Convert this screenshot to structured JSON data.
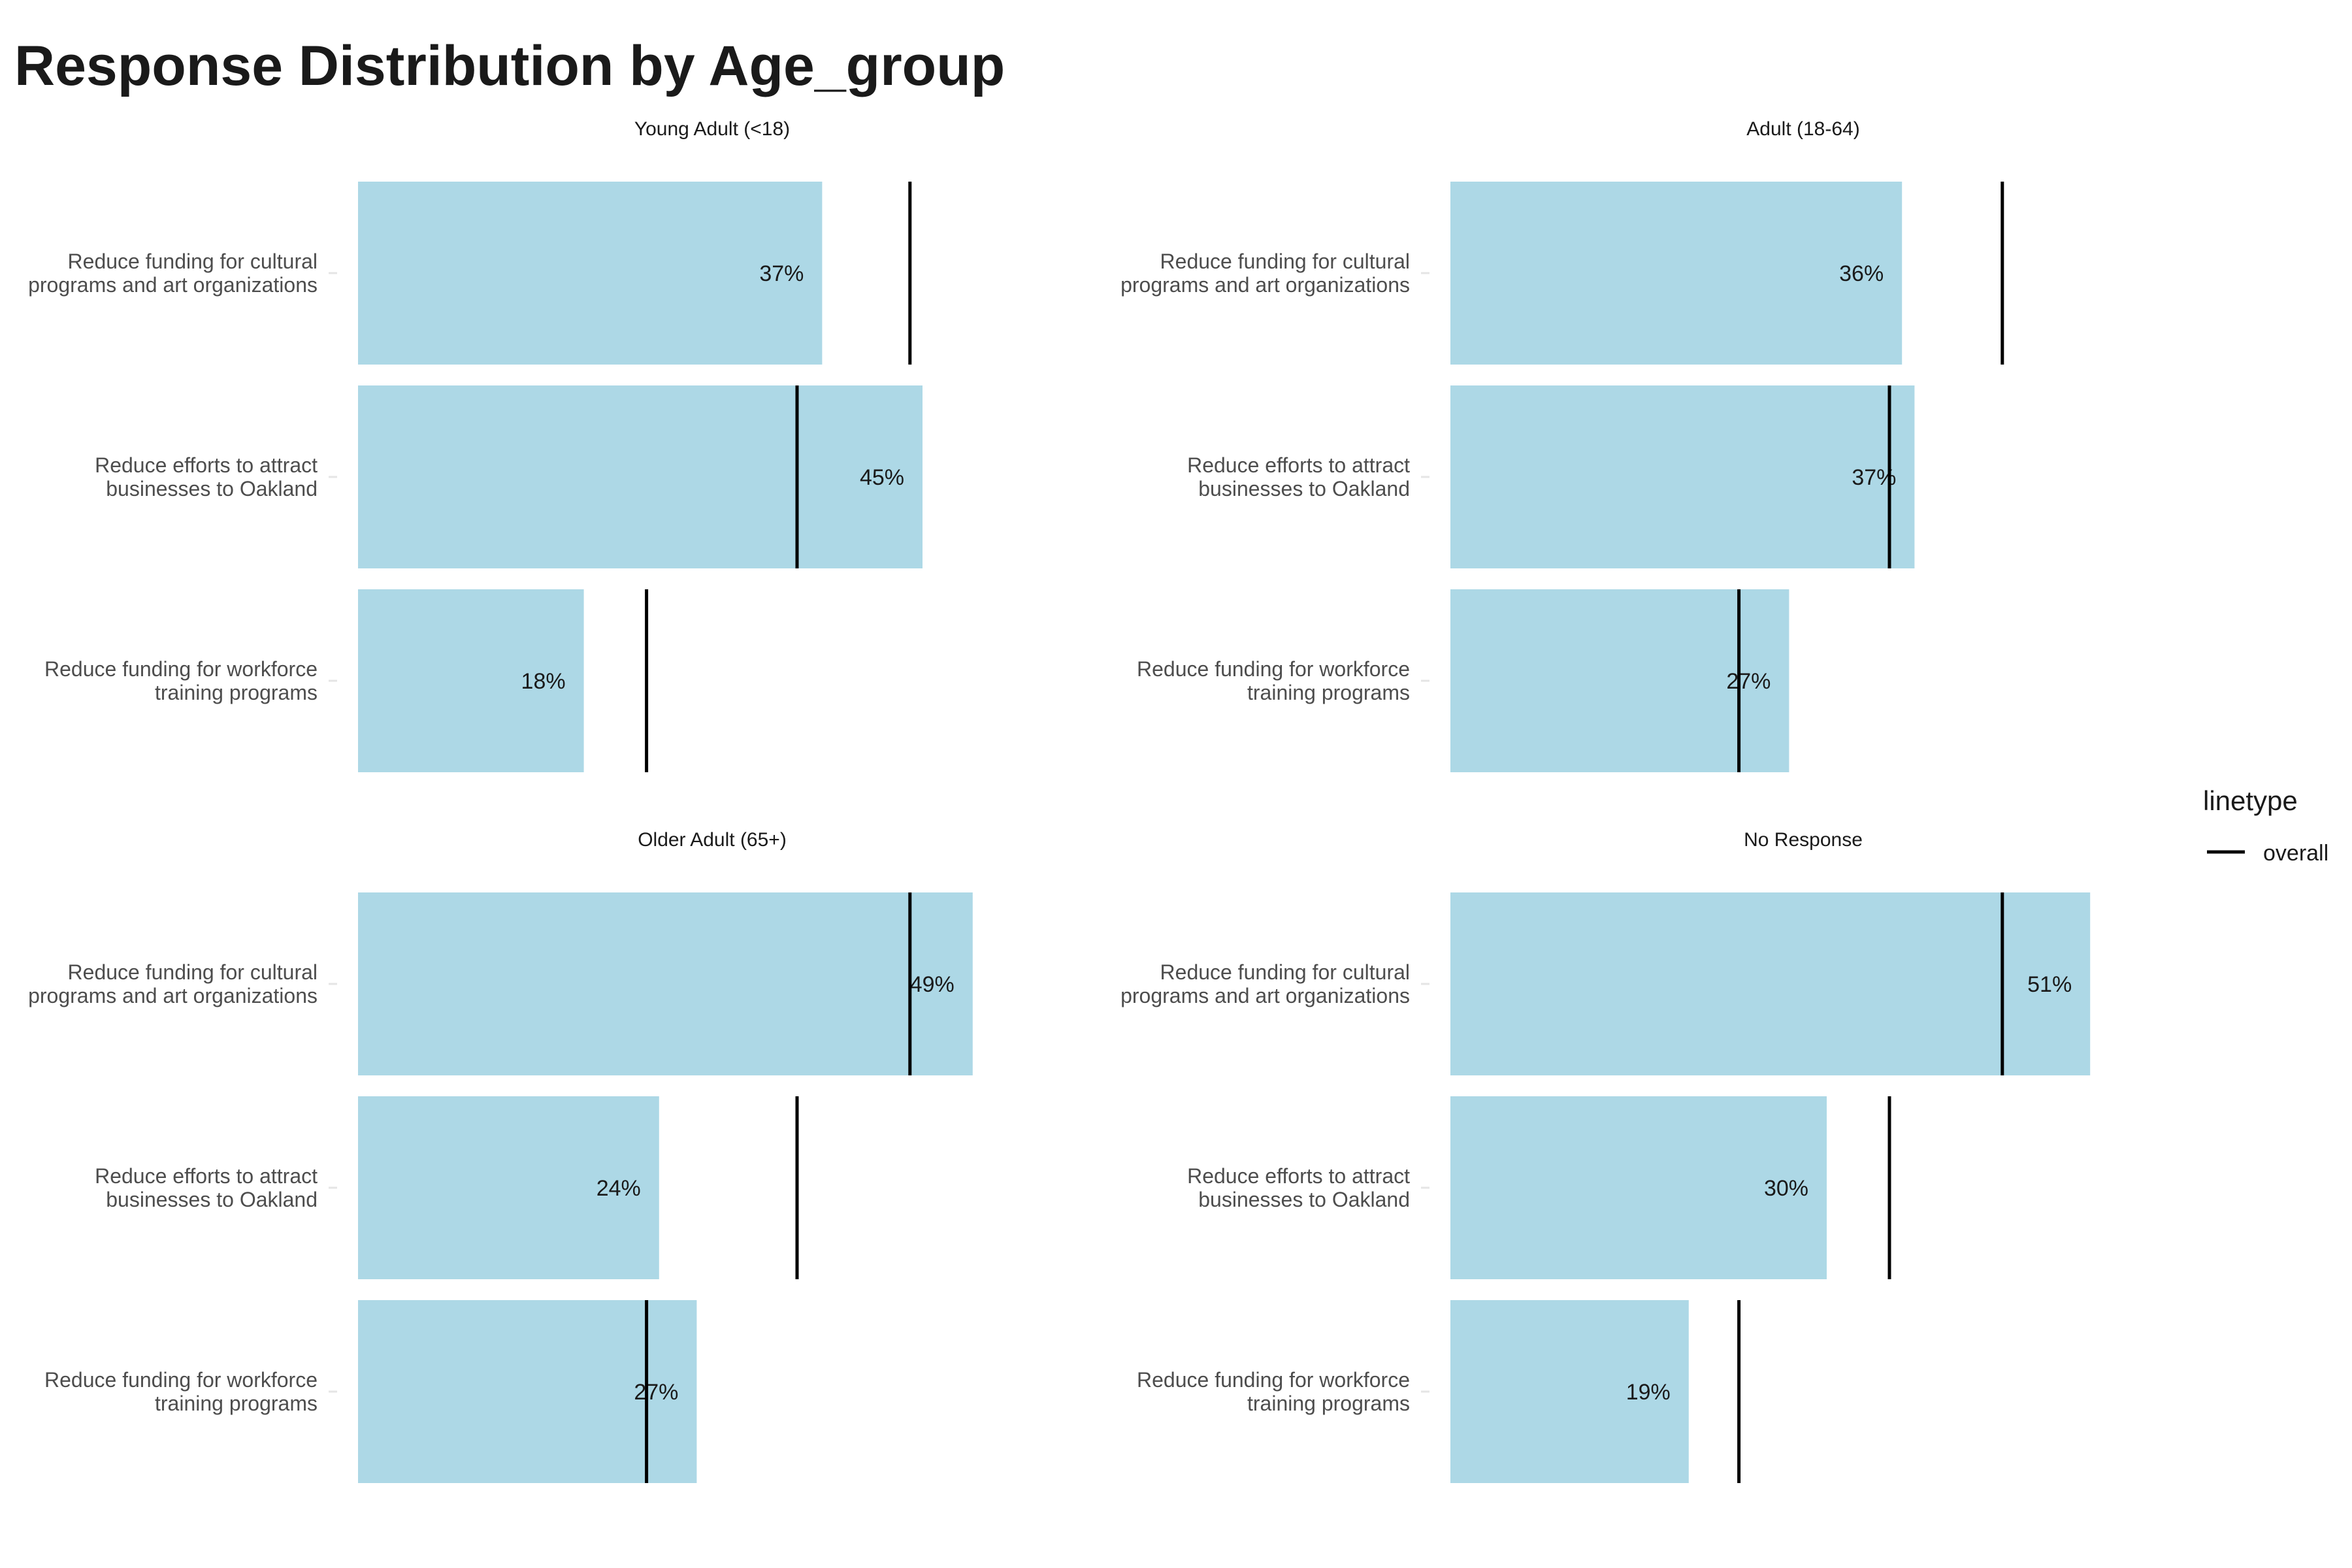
{
  "chart_data": {
    "type": "bar",
    "orientation": "horizontal",
    "title": "Response Distribution by Age_group",
    "categories": [
      "Reduce funding for cultural programs and art organizations",
      "Reduce efforts to attract businesses to Oakland",
      "Reduce funding for workforce training programs"
    ],
    "category_label_lines": [
      [
        "Reduce funding for cultural",
        "programs and art organizations"
      ],
      [
        "Reduce efforts to attract",
        "businesses to Oakland"
      ],
      [
        "Reduce funding for workforce",
        "training programs"
      ]
    ],
    "overall": [
      44,
      35,
      23
    ],
    "xlim": [
      0,
      55
    ],
    "grid": false,
    "bar_color": "#add8e6",
    "line_color": "#000000",
    "facets": [
      {
        "title": "Young Adult (<18)",
        "values": [
          37,
          45,
          18
        ],
        "labels": [
          "37%",
          "45%",
          "18%"
        ]
      },
      {
        "title": "Adult (18-64)",
        "values": [
          36,
          37,
          27
        ],
        "labels": [
          "36%",
          "37%",
          "27%"
        ]
      },
      {
        "title": "Older Adult (65+)",
        "values": [
          49,
          24,
          27
        ],
        "labels": [
          "49%",
          "24%",
          "27%"
        ]
      },
      {
        "title": "No Response",
        "values": [
          51,
          30,
          19
        ],
        "labels": [
          "51%",
          "30%",
          "19%"
        ]
      }
    ],
    "legend": {
      "title": "linetype",
      "entries": [
        "overall"
      ],
      "position": "right"
    }
  }
}
